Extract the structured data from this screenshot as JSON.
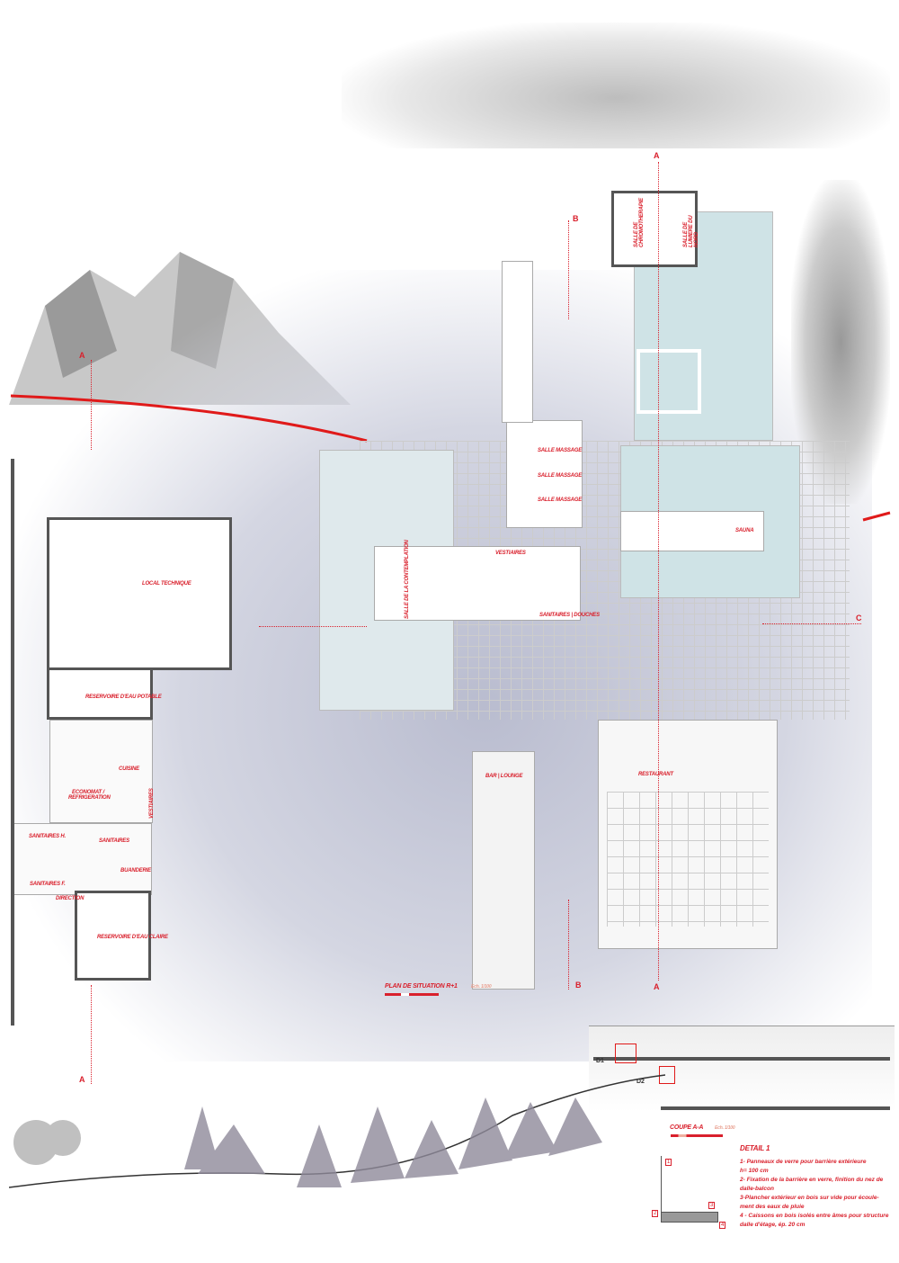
{
  "plan_labels": {
    "local_technique": "LOCAL TECHNIQUE",
    "reservoir_potable": "RESERVOIRE D'EAU POTABLE",
    "cuisine": "CUISINE",
    "economat": "ECONOMAT / REFRIGERATION",
    "vestiaires_left": "VESTIAIRES",
    "sanitaires_h": "SANITAIRES H.",
    "sanitaires": "SANITAIRES",
    "buanderie": "BUANDERIE",
    "sanitaires_f": "SANITAIRES F.",
    "direction": "DIRECTION",
    "reservoir_claire": "RESERVOIRE D'EAU CLAIRE",
    "salle_massage": [
      "SALLE MASSAGE",
      "SALLE MASSAGE",
      "SALLE MASSAGE"
    ],
    "vestiaires": "VESTIAIRES",
    "contemplation": "SALLE DE LA CONTEMPLATION",
    "sanitaires_douches": "SANITAIRES | DOUCHES",
    "sauna": "SAUNA",
    "bar_lounge": "BAR | LOUNGE",
    "restaurant": "RESTAURANT",
    "chromotherapie": "SALLE DE CHROMOTHERAPIE",
    "lumiere": "SALLE DE LUMIERE DU NORD"
  },
  "section_markers": {
    "a": "A",
    "b": "B",
    "c": "C",
    "d1": "D1",
    "d2": "D2"
  },
  "plan_title": "PLAN DE SITUATION R+1",
  "plan_scale": "Ech. 1/100",
  "coupe_title": "COUPE A-A",
  "coupe_scale": "Ech. 1/100",
  "detail": {
    "title": "DETAIL 1",
    "items": [
      "1- Panneaux de verre pour barrière extérieure",
      "h= 100 cm",
      "2- Fixation de la barrière en verre, finition du nez de",
      "dalle-balcon",
      "3-Plancher extérieur en bois sur vide pour écoule-",
      "ment des eaux de pluie",
      "4 - Caissons en bois isolés entre âmes pour structure",
      "dalle d'étage, ép. 20 cm"
    ],
    "callouts": [
      "1",
      "2",
      "3",
      "4"
    ]
  },
  "colors": {
    "accent": "#d9202c",
    "pool": "#cfe3e6",
    "fog": "#b9bccf"
  }
}
